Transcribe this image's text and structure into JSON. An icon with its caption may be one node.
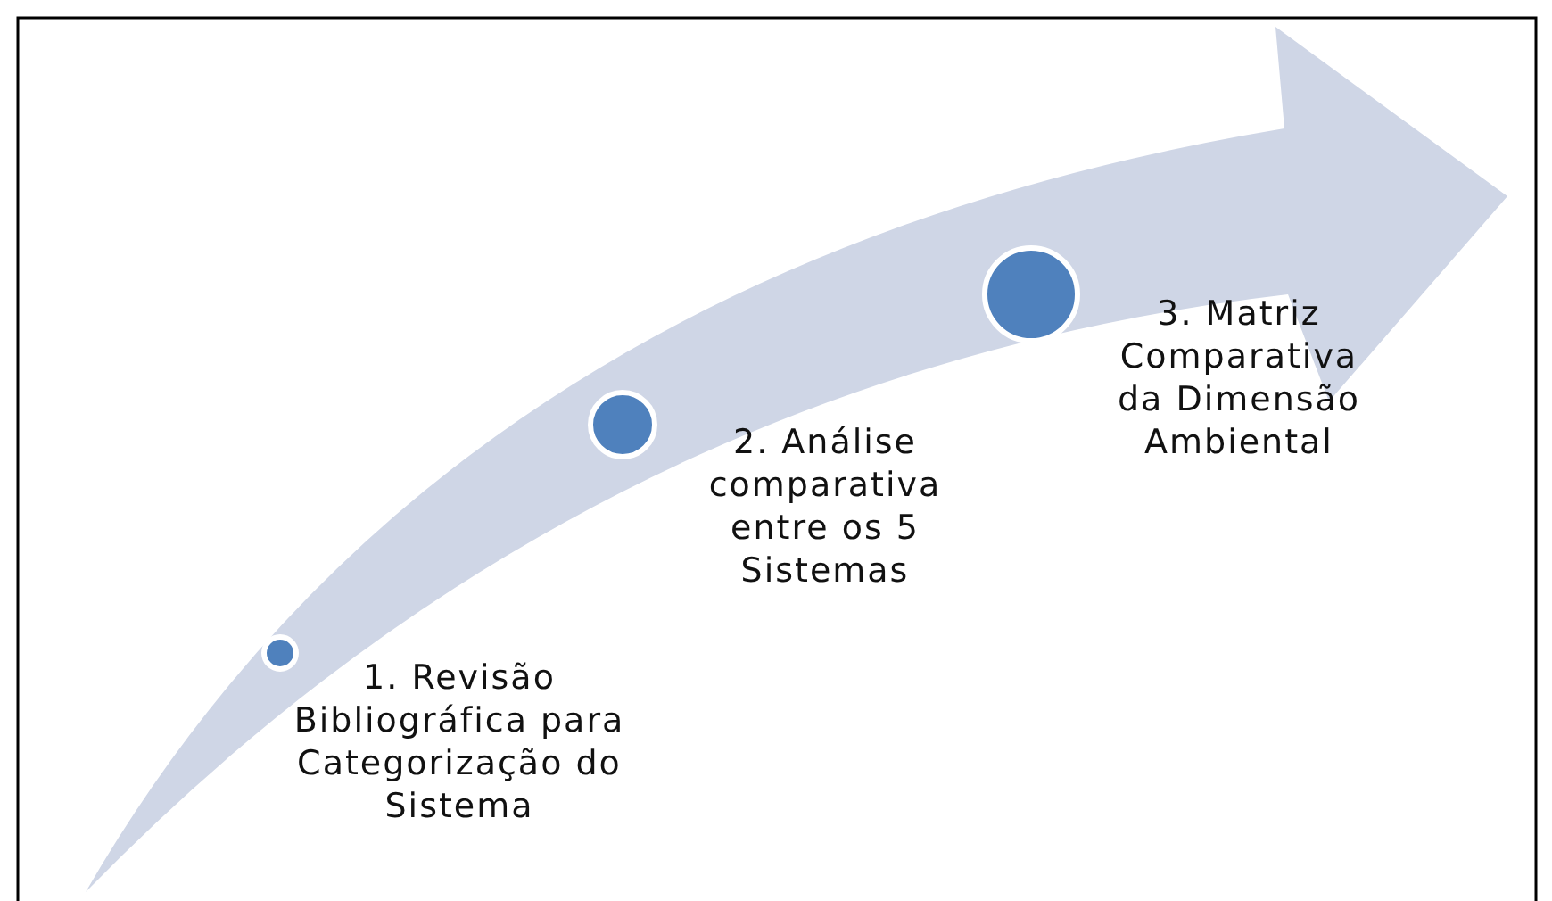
{
  "diagram": {
    "nodes": [
      {
        "text": [],
        "shape": "circle",
        "beside": [
          "1. Revisão Bibliográfica para Categorização do Sistema"
        ]
      },
      {
        "text": [],
        "shape": "circle",
        "beside": [
          "2. Análise comparativa entre os 5 Sistemas"
        ]
      },
      {
        "text": [],
        "shape": "circle",
        "beside": [
          "3. Matriz Comparativa da Dimensão Ambiental"
        ]
      }
    ]
  }
}
